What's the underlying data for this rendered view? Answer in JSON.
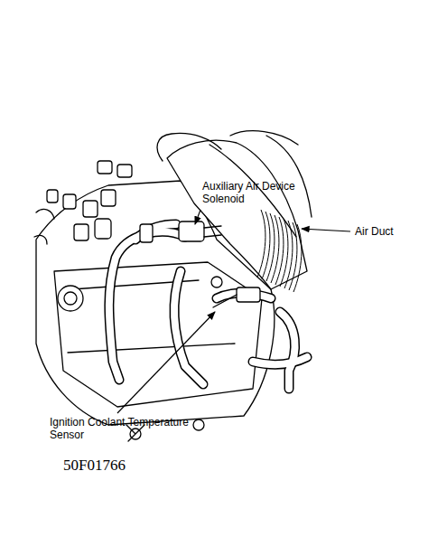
{
  "diagram": {
    "labels": [
      "Auxiliary Air Device Solenoid",
      "Air Duct",
      "Ignition Coolant Temperature Sensor",
      "50F01766"
    ]
  }
}
